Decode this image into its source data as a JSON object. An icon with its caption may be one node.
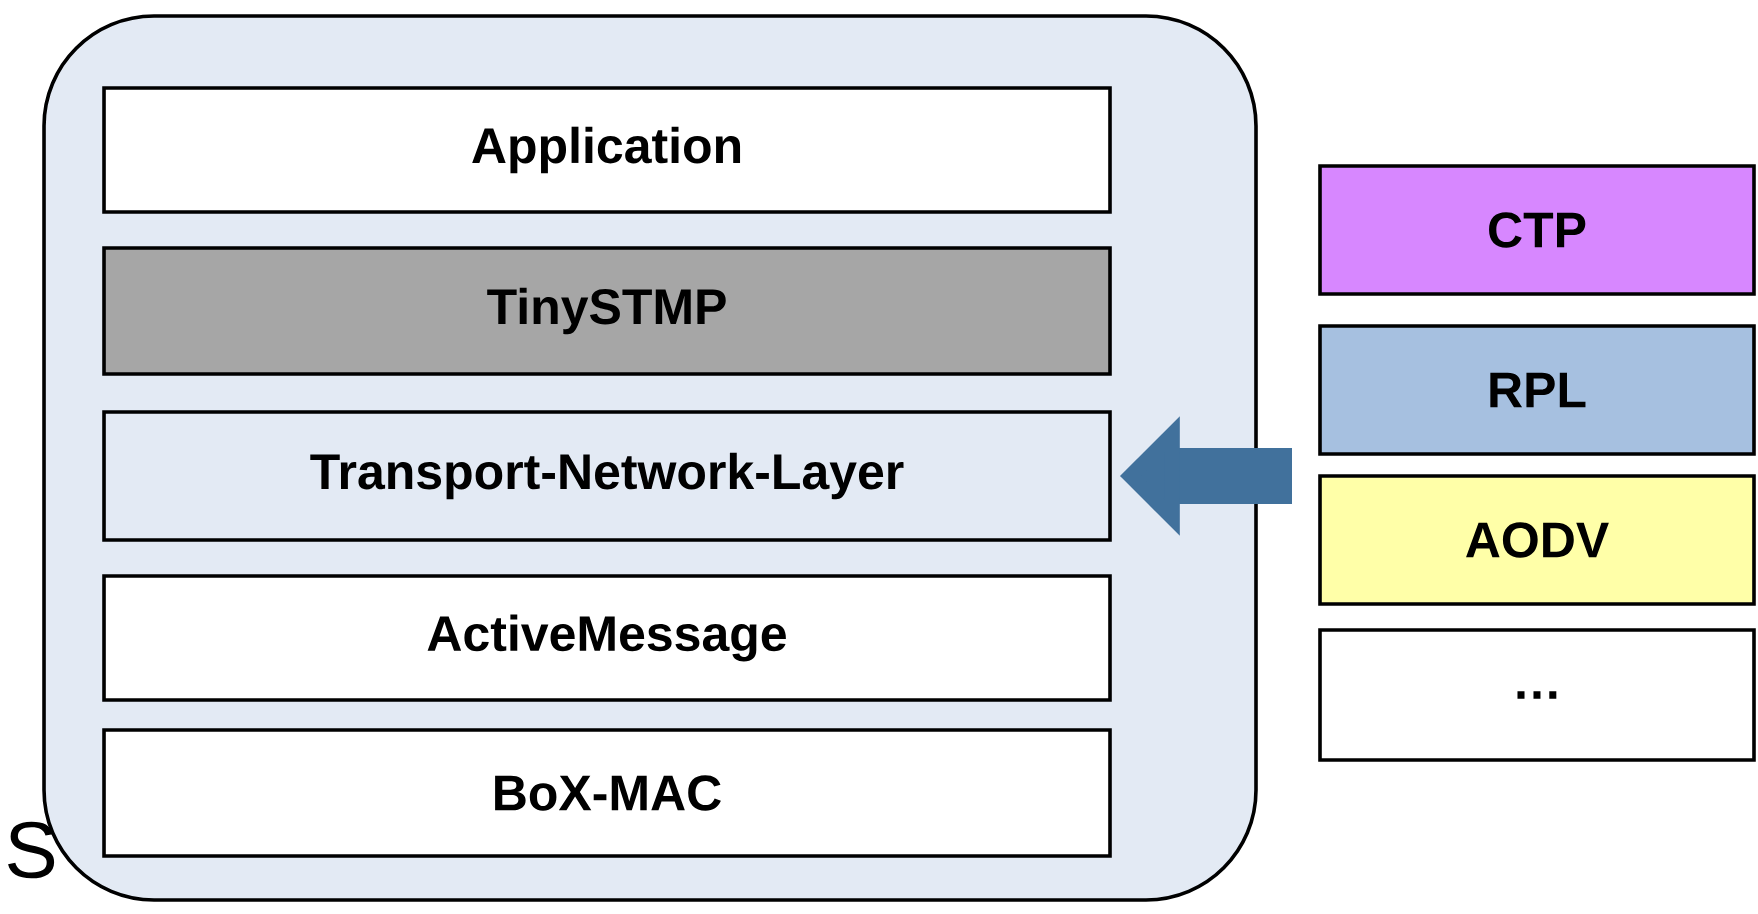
{
  "diagram": {
    "nodes": [
      {
        "text": [],
        "shape": "box"
      },
      {
        "text": [
          "Application"
        ],
        "in": 0
      },
      {
        "text": [
          "TinySTMP"
        ],
        "in": 0
      },
      {
        "text": [
          "Transport-Network-Layer"
        ],
        "in": 0
      },
      {
        "text": [
          "ActiveMessage"
        ],
        "in": 0
      },
      {
        "text": [
          "BoX-MAC"
        ],
        "in": 0
      },
      {
        "text": [
          "CTP"
        ]
      },
      {
        "text": [
          "RPL"
        ]
      },
      {
        "text": [
          "AODV"
        ]
      },
      {
        "text": [
          "…"
        ]
      }
    ],
    "edges": [
      {
        "from": null,
        "to": 3,
        "arrow": "to"
      }
    ],
    "labels": [
      "S"
    ]
  }
}
